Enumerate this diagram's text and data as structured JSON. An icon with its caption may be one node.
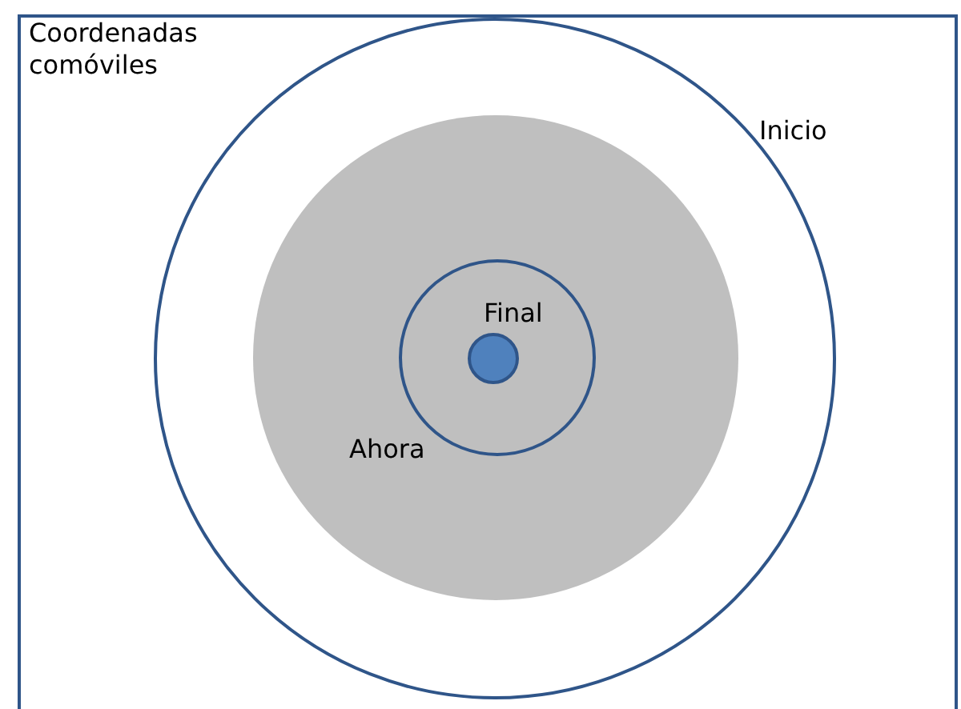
{
  "diagram": {
    "nodes": [
      {
        "text": [
          "Coordenadas comóviles"
        ]
      },
      {
        "text": [
          "Inicio"
        ],
        "in": 0
      },
      {
        "text": [],
        "shape": "circle",
        "in": 1
      },
      {
        "text": [
          "Ahora"
        ],
        "in": 2
      },
      {
        "text": [
          "Final"
        ],
        "in": 3
      }
    ]
  }
}
